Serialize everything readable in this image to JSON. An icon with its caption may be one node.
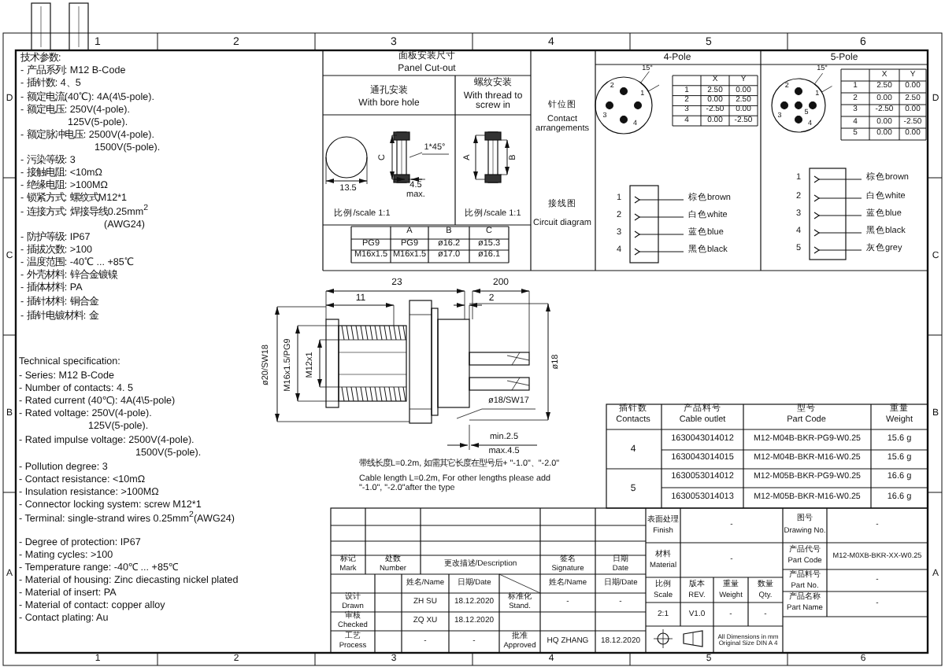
{
  "diagram": {
    "labels": [
      "1",
      "2",
      "3",
      "4",
      "5",
      "6",
      "D",
      "C",
      "B",
      "A",
      "D",
      "C",
      "B",
      "A",
      "1",
      "2",
      "3",
      "4",
      "5",
      "6",
      "技术参数:",
      "- 产品系列: M12 B-Code",
      "- 插针数: 4、5",
      "- 额定电流(40℃): 4A(4\\5-pole).",
      "- 额定电压: 250V(4-pole).",
      "125V(5-pole).",
      "- 额定脉冲电压: 2500V(4-pole).",
      "1500V(5-pole).",
      "- 污染等级: 3",
      "- 接触电阻: <10mΩ",
      "- 绝缘电阻: >100MΩ",
      "- 锁紧方式: 螺纹式M12*1",
      "- 连接方式: 焊接导线0.25mm$^{2}$",
      "(AWG24)",
      "- 防护等级: IP67",
      "- 插拔次数: >100",
      "- 温度范围: -40℃ ... +85℃",
      "- 外壳材料: 锌合金镀镍",
      "- 插体材料: PA",
      "- 插针材料: 铜合金",
      "- 插针电镀材料: 金",
      "Technical specification:",
      "- Series: M12 B-Code",
      "- Number of contacts: 4. 5",
      "- Rated current (40℃): 4A(4\\5-pole)",
      "- Rated voltage: 250V(4-pole).",
      "125V(5-pole).",
      "- Rated impulse voltage: 2500V(4-pole).",
      "1500V(5-pole).",
      "- Pollution degree: 3",
      "- Contact resistance: <10mΩ",
      "- Insulation resistance: >100MΩ",
      "- Connector locking system: screw M12*1",
      "- Terminal: single-strand wires 0.25mm$^{2}$(AWG24)",
      "- Degree of protection: IP67",
      "- Mating cycles: >100",
      "- Temperature range: -40℃ ... +85℃",
      "- Material of housing: Zinc diecasting nickel plated",
      "- Material of insert: PA",
      "- Material of contact: copper alloy",
      "- Contact plating: Au",
      "面板安装尺寸",
      "Panel Cut-out",
      "通孔安装",
      "With bore hole",
      "螺纹安装",
      "With thread to screw in",
      "13.5",
      "C",
      "1*45°",
      "4.5",
      "max.",
      "A",
      "B",
      "比例/scale 1:1",
      "比例/scale 1:1",
      "A",
      "B",
      "C",
      "PG9",
      "PG9",
      "ø16.2",
      "ø15.3",
      "M16x1.5",
      "M16x1.5",
      "ø17.0",
      "ø16.1",
      "针位图",
      "Contact arrangements",
      "接线图",
      "Circuit diagram",
      "4-Pole",
      "5-Pole",
      "1",
      "2",
      "3",
      "4",
      "15°",
      "1",
      "2",
      "3",
      "4",
      "5",
      "15°",
      "X",
      "Y",
      "1",
      "2.50",
      "0.00",
      "2",
      "0.00",
      "2.50",
      "3",
      "-2.50",
      "0.00",
      "4",
      "0.00",
      "-2.50",
      "X",
      "Y",
      "1",
      "2.50",
      "0.00",
      "2",
      "0.00",
      "2.50",
      "3",
      "-2.50",
      "0.00",
      "4",
      "0.00",
      "-2.50",
      "5",
      "0.00",
      "0.00",
      "1",
      "2",
      "3",
      "4",
      "棕色brown",
      "白色white",
      "蓝色blue",
      "黑色black",
      "1",
      "2",
      "3",
      "4",
      "5",
      "棕色brown",
      "白色white",
      "蓝色blue",
      "黑色black",
      "灰色grey",
      "23",
      "11",
      "200",
      "2",
      "ø20/SW18",
      "M16x1.5/PG9",
      "M12x1",
      "ø18",
      "ø18/SW17",
      "min.2.5",
      "max.4.5",
      "带线长度L=0.2m, 如需其它长度在型号后+ \"-1.0\"、\"-2.0\"",
      "Cable length L=0.2m, For other lengths please add \"-1.0\", \"-2.0\"after the type",
      "插针数",
      "Contacts",
      "产品料号",
      "Cable outlet",
      "型号",
      "Part Code",
      "重量",
      "Weight",
      "4",
      "1630043014012",
      "M12-M04B-BKR-PG9-W0.25",
      "15.6 g",
      "1630043014015",
      "M12-M04B-BKR-M16-W0.25",
      "15.6 g",
      "5",
      "1630053014012",
      "M12-M05B-BKR-PG9-W0.25",
      "16.6 g",
      "1630053014013",
      "M12-M05B-BKR-M16-W0.25",
      "16.6 g",
      "标记",
      "Mark",
      "处数",
      "Number",
      "更改描述/Description",
      "签名",
      "Signature",
      "日期",
      "Date",
      "姓名/Name",
      "日期/Date",
      "姓名/Name",
      "日期/Date",
      "设计",
      "Drawn",
      "ZH SU",
      "18.12.2020",
      "标准化",
      "Stand.",
      "-",
      "-",
      "审核",
      "Checked",
      "ZQ XU",
      "18.12.2020",
      "工艺",
      "Process",
      "-",
      "-",
      "批准",
      "Approved",
      "HQ ZHANG",
      "18.12.2020",
      "表面处理",
      "Finish",
      "-",
      "材料",
      "Material",
      "-",
      "比例",
      "Scale",
      "版本",
      "REV.",
      "重量",
      "Weight",
      "数量",
      "Qty.",
      "2:1",
      "V1.0",
      "-",
      "-",
      "All Dimensions in mm Original Size DIN A 4",
      "图号",
      "Drawing No.",
      "-",
      "产品代号",
      "Part Code",
      "M12-M0XB-BKR-XX-W0.25",
      "产品料号",
      "Part No.",
      "-",
      "产品名称",
      "Part Name",
      "-"
    ]
  }
}
